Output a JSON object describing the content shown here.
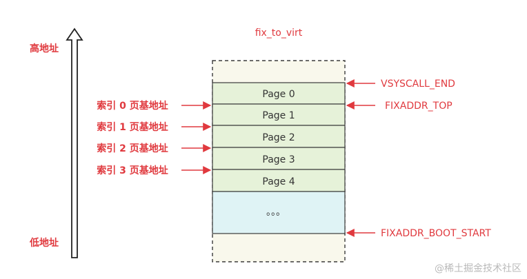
{
  "title": "fix_to_virt",
  "axis": {
    "high_label": "高地址",
    "low_label": "低地址"
  },
  "pages": [
    {
      "label": "Page 0"
    },
    {
      "label": "Page 1"
    },
    {
      "label": "Page 2"
    },
    {
      "label": "Page 3"
    },
    {
      "label": "Page 4"
    }
  ],
  "ellipsis": "。。。",
  "left_labels": [
    "索引 0 页基地址",
    "索引 1 页基地址",
    "索引 2 页基地址",
    "索引 3 页基地址"
  ],
  "right_labels": {
    "vsyscall_end": "VSYSCALL_END",
    "fixaddr_top": "FIXADDR_TOP",
    "fixaddr_boot_start": "FIXADDR_BOOT_START"
  },
  "watermark": "@稀土掘金技术社区",
  "colors": {
    "red": "#e0393e",
    "page_fill": "#e6f2d9",
    "ellipsis_fill": "#dff3f5",
    "outer_fill": "#f9f8ec",
    "border": "#3a3a3a"
  }
}
